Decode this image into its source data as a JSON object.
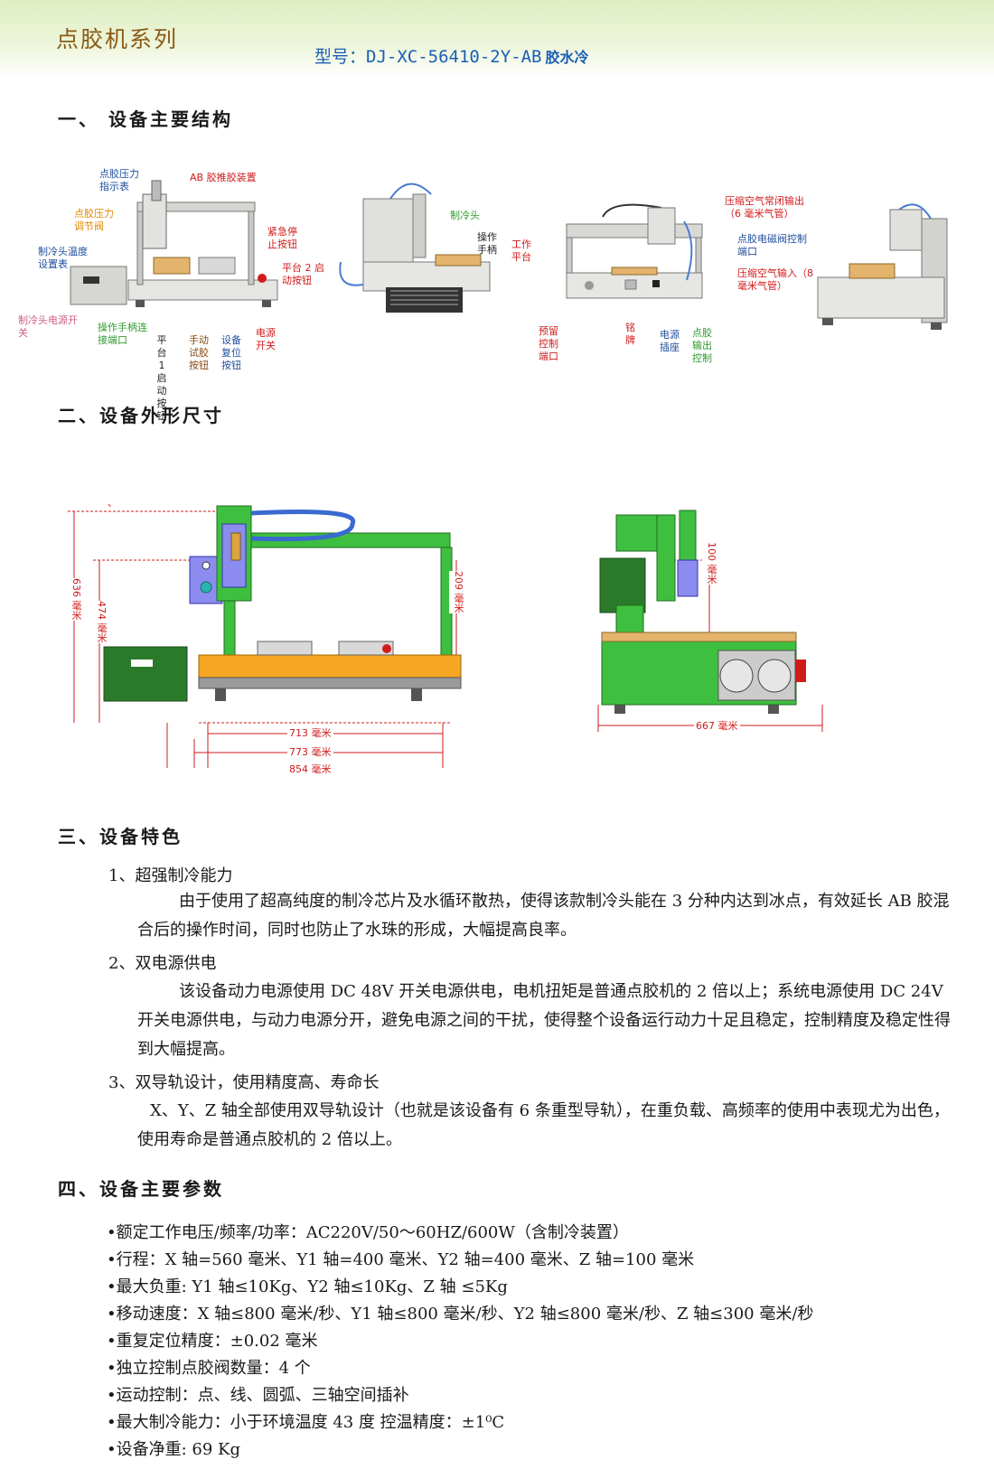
{
  "header": {
    "series_title": "点胶机系列",
    "model_label": "型号：DJ-XC-56410-2Y-AB",
    "model_suffix": "胶水冷"
  },
  "sections": {
    "s1": "一、 设备主要结构",
    "s2": "二、设备外形尺寸",
    "s3": "三、设备特色",
    "s4": "四、设备主要参数"
  },
  "callouts": {
    "pressure_gauge": "点胶压力指示表",
    "ab_device": "AB 胶推胶装置",
    "pressure_valve": "点胶压力调节阀",
    "temp_setter": "制冷头温度设置表",
    "emergency_stop": "紧急停止按钮",
    "platform2_start": "平台 2 启动按钮",
    "cool_power": "制冷头电源开关",
    "handle_port": "操作手柄连接端口",
    "platform1_start": "平台1启动按钮",
    "manual_dispense": "手动试胶按钮",
    "reset": "设备复位按钮",
    "power_switch": "电源开关",
    "cool_head": "制冷头",
    "handle": "操作手柄",
    "work_platform": "工作平台",
    "air_output": "压缩空气常闭输出（6 毫米气管）",
    "valve_port": "点胶电磁阀控制端口",
    "air_input": "压缩空气输入（8 毫米气管）",
    "reserved_port": "预留控制端口",
    "nameplate": "铭牌",
    "power_socket": "电源插座",
    "dispense_out": "点胶输出控制"
  },
  "dimensions": {
    "d636": "636 毫米",
    "d474": "474 毫米",
    "d209": "209 毫米",
    "d713": "713 毫米",
    "d773": "773 毫米",
    "d854": "854 毫米",
    "d100": "100 毫米",
    "d667": "667 毫米",
    "stray_mark": "、"
  },
  "features": [
    {
      "title": "1、超强制冷能力",
      "body": "由于使用了超高纯度的制冷芯片及水循环散热，使得该款制冷头能在 3 分种内达到冰点，有效延长 AB 胶混合后的操作时间，同时也防止了水珠的形成，大幅提高良率。"
    },
    {
      "title": "2、双电源供电",
      "body": "该设备动力电源使用 DC 48V 开关电源供电，电机扭矩是普通点胶机的 2 倍以上；系统电源使用 DC 24V 开关电源供电，与动力电源分开，避免电源之间的干扰，使得整个设备运行动力十足且稳定，控制精度及稳定性得到大幅提高。"
    },
    {
      "title": "3、双导轨设计，使用精度高、寿命长",
      "body": "X、Y、Z 轴全部使用双导轨设计（也就是该设备有 6 条重型导轨），在重负载、高频率的使用中表现尤为出色，使用寿命是普通点胶机的 2 倍以上。"
    }
  ],
  "specs": [
    "•额定工作电压/频率/功率：AC220V/50～60HZ/600W（含制冷装置）",
    "•行程：X 轴=560 毫米、Y1 轴=400 毫米、Y2 轴=400 毫米、Z 轴=100 毫米",
    "•最大负重: Y1 轴≤10Kg、Y2 轴≤10Kg、Z 轴 ≤5Kg",
    "•移动速度：X 轴≤800 毫米/秒、Y1 轴≤800 毫米/秒、Y2 轴≤800 毫米/秒、Z 轴≤300 毫米/秒",
    "•重复定位精度：±0.02 毫米",
    "•独立控制点胶阀数量：4 个",
    "•运动控制：点、线、圆弧、三轴空间插补",
    "•最大制冷能力：小于环境温度 43 度   控温精度：±1⁰C",
    "•设备净重:   69 Kg"
  ],
  "colors": {
    "series_title": "#8a5a16",
    "model": "#1a5fb4",
    "callout_red": "#d01b1b",
    "callout_blue": "#1f4e9c",
    "frame_green": "#3fbf3f",
    "platform_orange": "#f5a623"
  }
}
